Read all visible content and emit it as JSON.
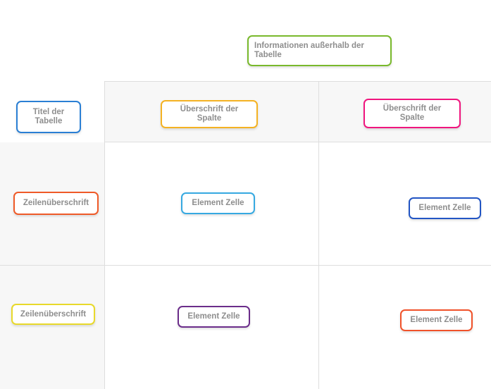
{
  "page": {
    "background": "#ffffff",
    "text_color": "#8e8e8e",
    "grid_line_color": "#dedede",
    "header_fill": "#f7f7f7",
    "body_fill": "#ffffff"
  },
  "outside_note": {
    "label": "Informationen außerhalb der\nTabelle",
    "border_color": "#79b92c"
  },
  "table": {
    "title": {
      "label": "Titel der\nTabelle",
      "border_color": "#2a7fd4"
    },
    "column_headers": [
      {
        "label": "Überschrift der\nSpalte",
        "border_color": "#f4b223"
      },
      {
        "label": "Überschrift der\nSpalte",
        "border_color": "#f0157e"
      }
    ],
    "rows": [
      {
        "header": {
          "label": "Zeilenüberschrift",
          "border_color": "#ef5a28"
        },
        "cells": [
          {
            "label": "Element Zelle",
            "border_color": "#36a9e1"
          },
          {
            "label": "Element Zelle",
            "border_color": "#2255c4"
          }
        ]
      },
      {
        "header": {
          "label": "Zeilenüberschrift",
          "border_color": "#e8d92b"
        },
        "cells": [
          {
            "label": "Element Zelle",
            "border_color": "#6b2d8a"
          },
          {
            "label": "Element Zelle",
            "border_color": "#f0522a"
          }
        ]
      }
    ]
  }
}
